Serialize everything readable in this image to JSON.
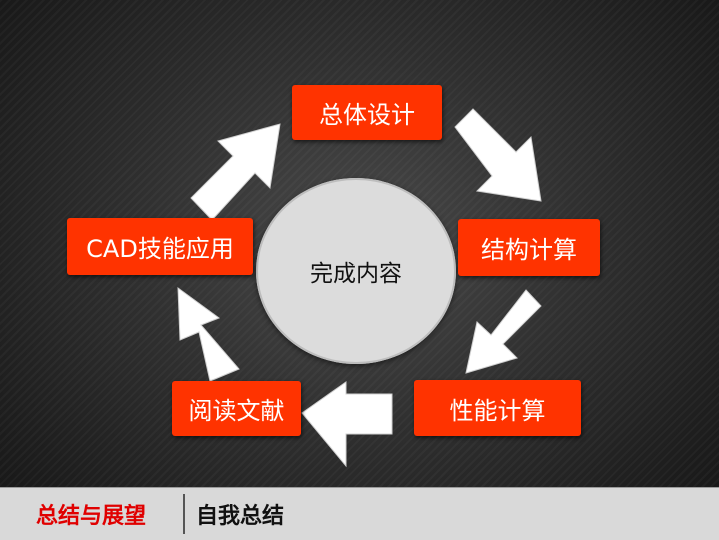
{
  "diagram": {
    "center": "完成内容",
    "nodes": {
      "design": "总体设计",
      "structure": "结构计算",
      "performance": "性能计算",
      "reading": "阅读文献",
      "cad": "CAD技能应用"
    }
  },
  "footer": {
    "section": "总结与展望",
    "subsection": "自我总结"
  },
  "colors": {
    "node_fill": "#ff3300",
    "center_fill": "#dcdcdc",
    "section_text": "#e00000"
  }
}
